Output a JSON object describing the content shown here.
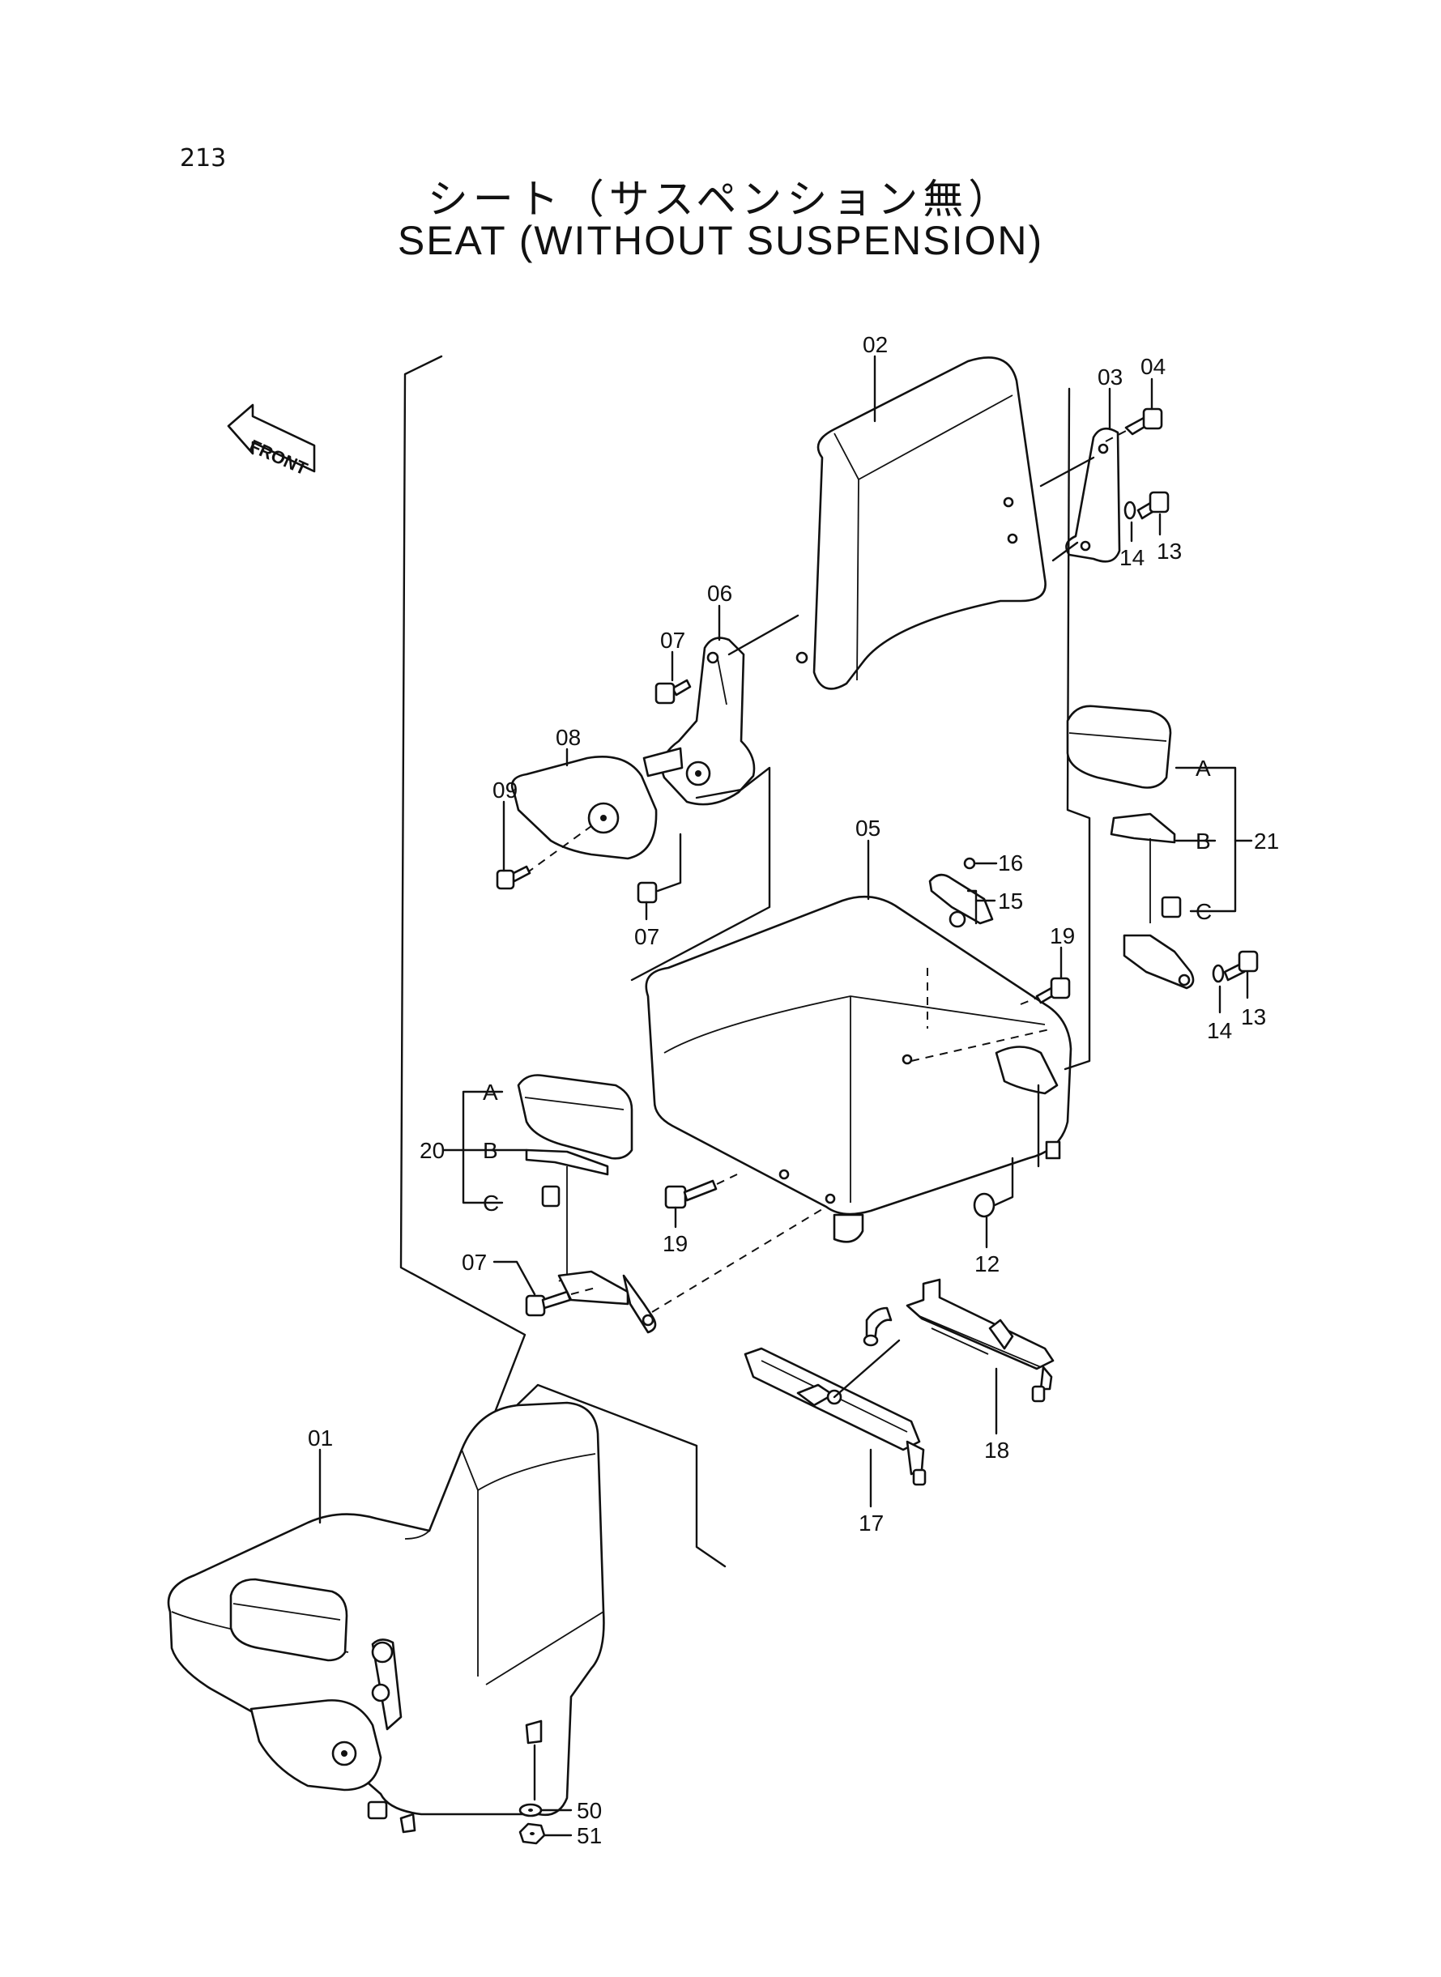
{
  "page_number": "213",
  "title_jp": "シート（サスペンション無）",
  "title_en": "SEAT (WITHOUT SUSPENSION)",
  "front_marker": "FRONT",
  "callouts": {
    "c01": "01",
    "c02": "02",
    "c03": "03",
    "c04": "04",
    "c05": "05",
    "c06": "06",
    "c07a": "07",
    "c07b": "07",
    "c07c": "07",
    "c08": "08",
    "c09": "09",
    "c12": "12",
    "c13a": "13",
    "c13b": "13",
    "c14a": "14",
    "c14b": "14",
    "c15": "15",
    "c16": "16",
    "c17": "17",
    "c18": "18",
    "c19a": "19",
    "c19b": "19",
    "c20": "20",
    "c21": "21",
    "c50": "50",
    "c51": "51"
  },
  "sub_labels": {
    "a_left": "A",
    "b_left": "B",
    "c_left": "C",
    "a_right": "A",
    "b_right": "B",
    "c_right": "C"
  }
}
